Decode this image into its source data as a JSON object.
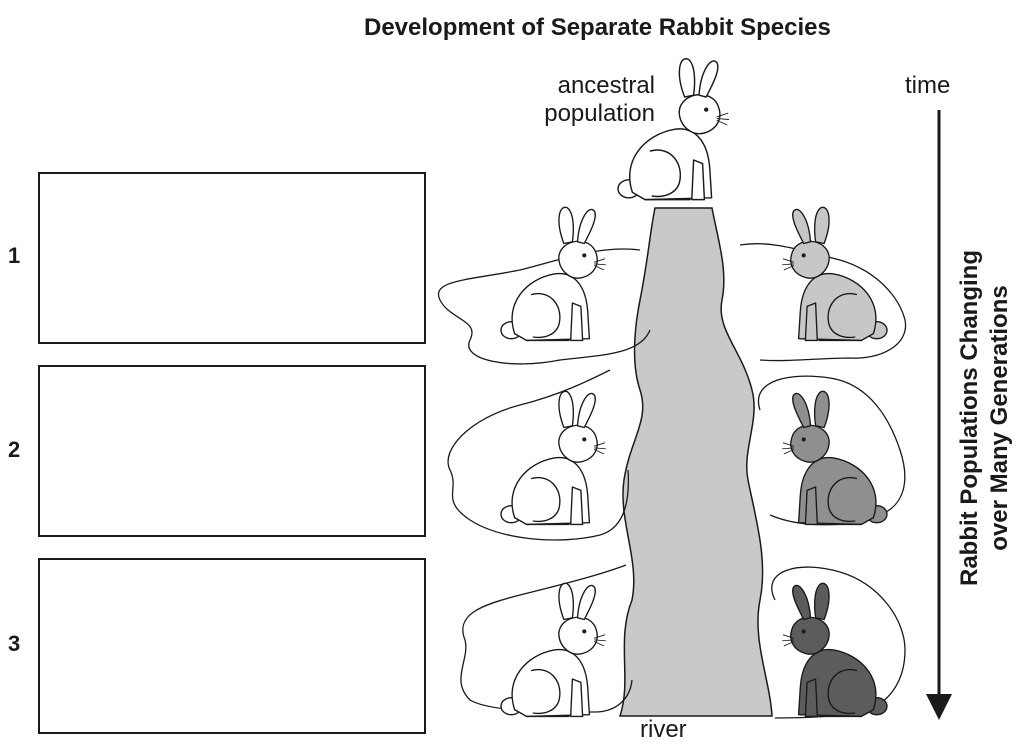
{
  "title": "Development of Separate Rabbit Species",
  "labels": {
    "ancestral_line1": "ancestral",
    "ancestral_line2": "population",
    "time": "time",
    "river": "river"
  },
  "side_label": {
    "line1": "Rabbit Populations Changing",
    "line2": "over Many Generations"
  },
  "rows": [
    {
      "number": "1",
      "answer": ""
    },
    {
      "number": "2",
      "answer": ""
    },
    {
      "number": "3",
      "answer": ""
    }
  ],
  "colors": {
    "river": "#c8c9cb",
    "rabbit_white": "#ffffff",
    "rabbit_gray_1": "#c6c7c9",
    "rabbit_gray_2": "#8e8f91",
    "rabbit_gray_3": "#5b5c5e",
    "outline": "#1a1a1a"
  }
}
